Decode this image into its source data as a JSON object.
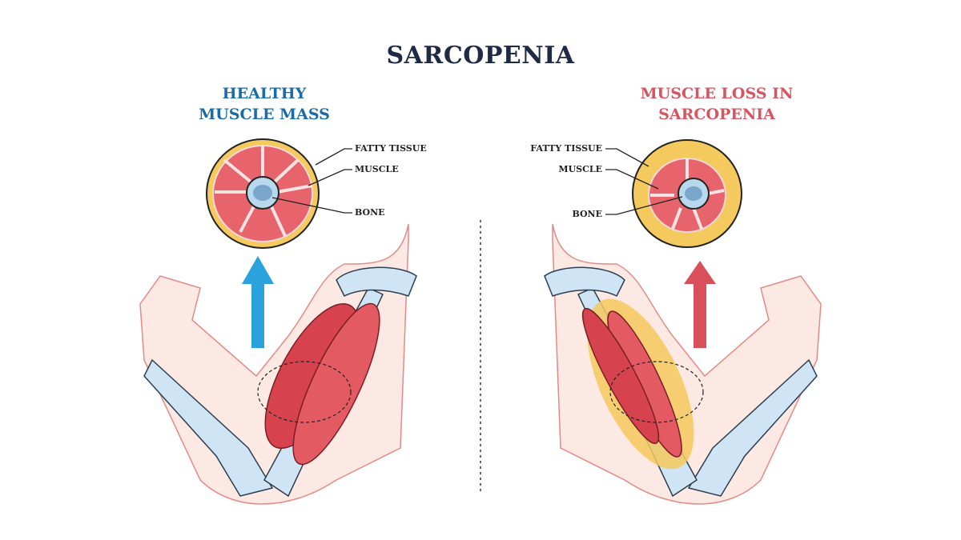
{
  "title": "SARCOPENIA",
  "left_panel": {
    "heading_line1": "HEALTHY",
    "heading_line2": "MUSCLE MASS",
    "labels": {
      "fatty_tissue": "FATTY TISSUE",
      "muscle": "MUSCLE",
      "bone": "BONE"
    },
    "arrow_color": "#2aa3dc"
  },
  "right_panel": {
    "heading_line1": "MUSCLE LOSS IN",
    "heading_line2": "SARCOPENIA",
    "labels": {
      "fatty_tissue": "FATTY TISSUE",
      "muscle": "MUSCLE",
      "bone": "BONE"
    },
    "arrow_color": "#d9505a"
  },
  "colors": {
    "title": "#1f2a44",
    "healthy": "#1d6aa8",
    "sarcopenia": "#d65560",
    "fat": "#f4c95d",
    "muscle": "#e8646c",
    "bone": "#b8d8ee"
  }
}
